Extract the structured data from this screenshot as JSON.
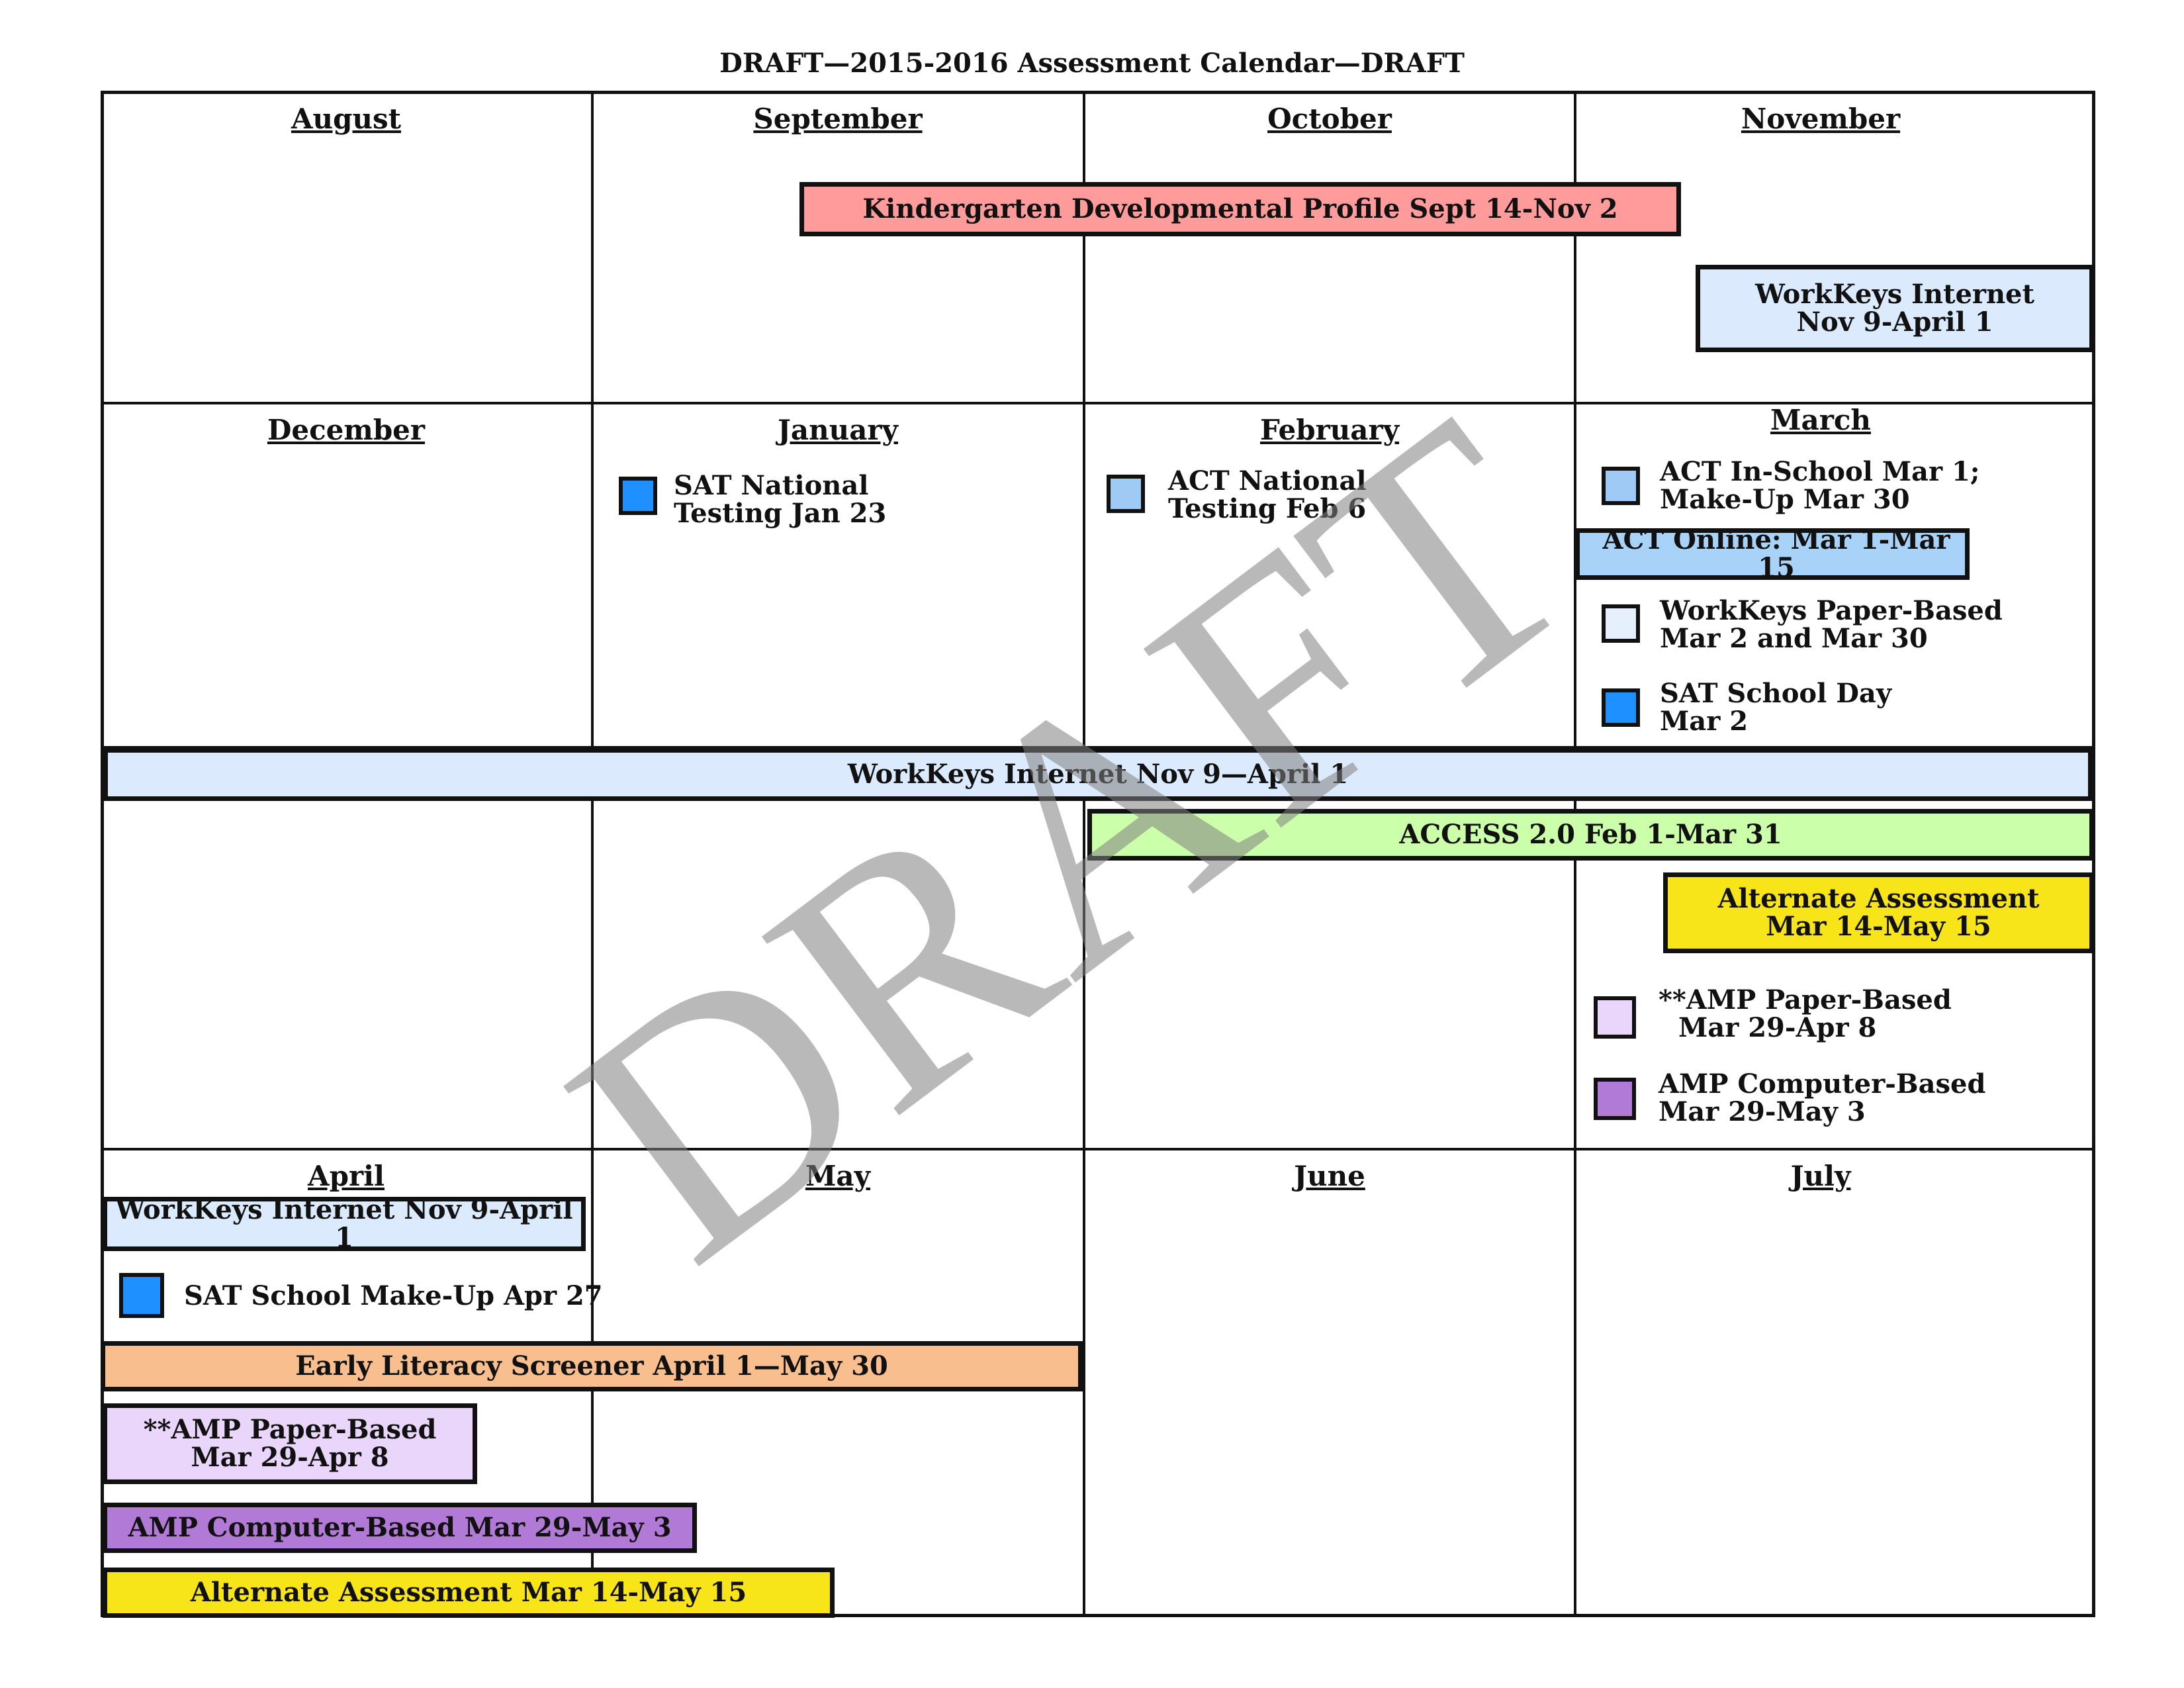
{
  "title": "DRAFT—2015-2016 Assessment Calendar—DRAFT",
  "watermark": "DRAFT",
  "months": [
    "August",
    "September",
    "October",
    "November",
    "December",
    "January",
    "February",
    "March",
    "April",
    "May",
    "June",
    "July"
  ],
  "colors": {
    "kdp": "#ff9b9b",
    "workkeys_internet": "#dbeafc",
    "act_light_blue": "#9fcaf6",
    "act_online": "#a8d2f7",
    "workkeys_paper": "#e6f0fc",
    "sat_blue": "#1e90ff",
    "access": "#ccffaa",
    "alternate": "#f7e51a",
    "amp_paper": "#ead6fa",
    "amp_computer": "#b07ad6",
    "early_literacy": "#f9be8e"
  },
  "events": {
    "kdp": "Kindergarten Developmental Profile  Sept 14-Nov 2",
    "workkeys_nov": [
      "WorkKeys Internet",
      "Nov 9-April 1"
    ],
    "sat_national": [
      "SAT National",
      "Testing Jan 23"
    ],
    "act_national": [
      "ACT National",
      "Testing Feb 6"
    ],
    "act_in_school": [
      "ACT In-School Mar 1;",
      "Make-Up Mar 30"
    ],
    "act_online": "ACT Online: Mar 1-Mar 15",
    "workkeys_paper": [
      "WorkKeys Paper-Based",
      "Mar 2 and Mar 30"
    ],
    "sat_school_day": [
      "SAT School Day",
      "Mar 2"
    ],
    "workkeys_span": "WorkKeys Internet Nov 9—April 1",
    "access": "ACCESS 2.0 Feb 1-Mar 31",
    "alternate_march": [
      "Alternate Assessment",
      "Mar 14-May 15"
    ],
    "amp_paper_march": [
      "**AMP Paper-Based",
      "Mar 29-Apr 8"
    ],
    "amp_computer_march": [
      "AMP Computer-Based",
      "Mar 29-May 3"
    ],
    "workkeys_april": "WorkKeys Internet Nov 9-April 1",
    "sat_makeup": "SAT School Make-Up Apr 27",
    "early_literacy": "Early Literacy Screener April 1—May 30",
    "amp_paper_april": [
      "**AMP Paper-Based",
      "Mar 29-Apr 8"
    ],
    "amp_computer_april": "AMP Computer-Based Mar 29-May 3",
    "alternate_april": "Alternate Assessment Mar 14-May 15"
  }
}
